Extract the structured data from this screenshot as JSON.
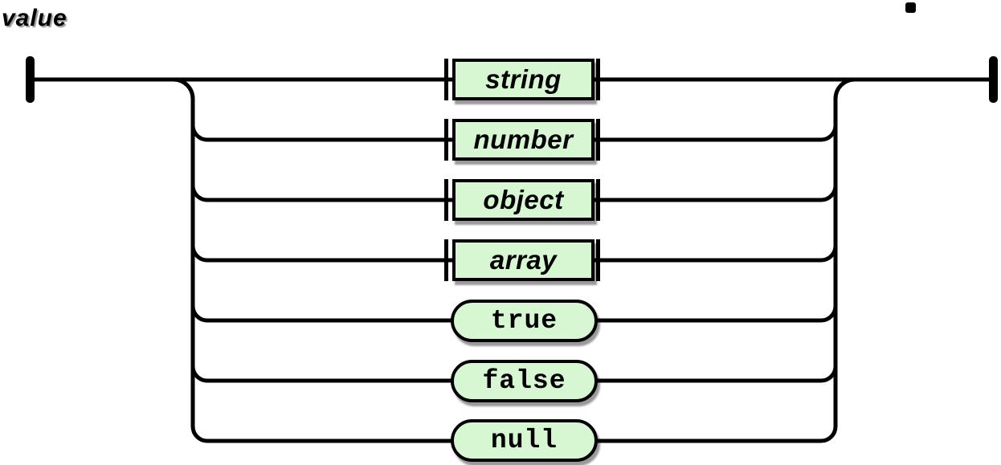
{
  "title": "value",
  "diagram": {
    "kind": "railroad-syntax-diagram",
    "rule": "value",
    "branches": [
      {
        "label": "string",
        "type": "nonterminal"
      },
      {
        "label": "number",
        "type": "nonterminal"
      },
      {
        "label": "object",
        "type": "nonterminal"
      },
      {
        "label": "array",
        "type": "nonterminal"
      },
      {
        "label": "true",
        "type": "terminal"
      },
      {
        "label": "false",
        "type": "terminal"
      },
      {
        "label": "null",
        "type": "terminal"
      }
    ],
    "colors": {
      "node_fill": "#d6f7d2",
      "line": "#000000",
      "background": "#ffffff"
    }
  }
}
